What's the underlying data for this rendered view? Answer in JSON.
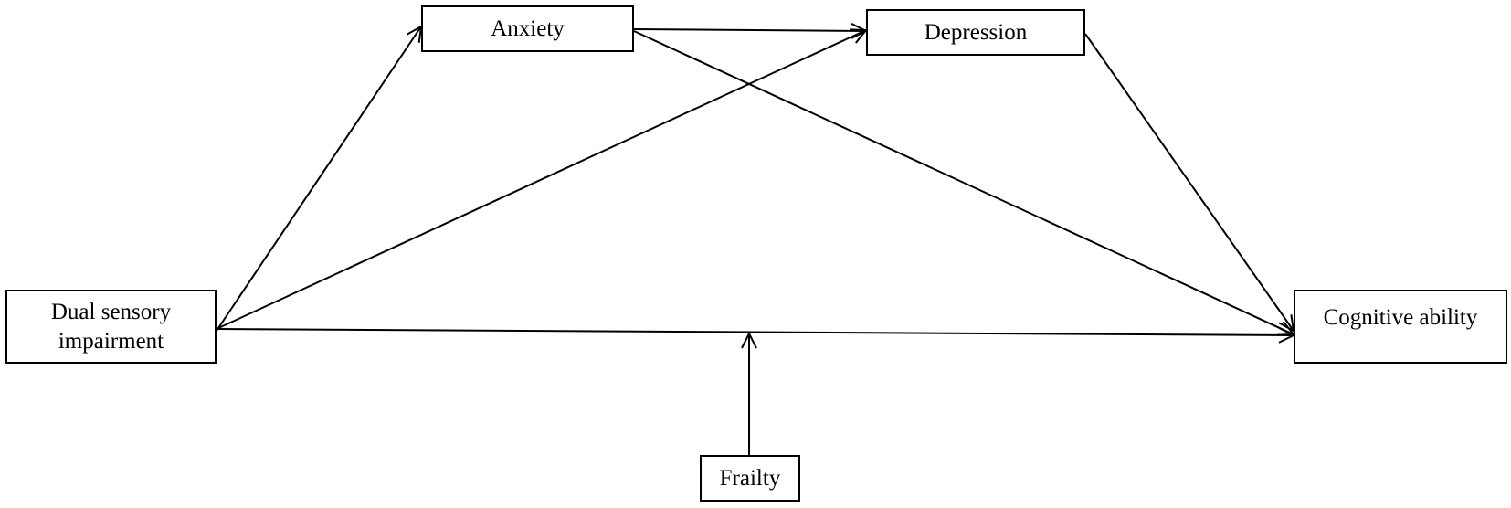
{
  "diagram": {
    "nodes": {
      "anxiety": "Anxiety",
      "depression": "Depression",
      "dual_sensory": [
        "Dual sensory",
        "impairment"
      ],
      "cognitive": "Cognitive ability",
      "frailty": "Frailty"
    },
    "edges": [
      {
        "from": "dual_sensory",
        "to": "anxiety"
      },
      {
        "from": "dual_sensory",
        "to": "depression"
      },
      {
        "from": "dual_sensory",
        "to": "cognitive"
      },
      {
        "from": "anxiety",
        "to": "depression"
      },
      {
        "from": "anxiety",
        "to": "cognitive"
      },
      {
        "from": "depression",
        "to": "cognitive"
      },
      {
        "from": "frailty",
        "to": "dual_sensory->cognitive",
        "type": "moderation"
      }
    ],
    "colors": {
      "stroke": "#000000",
      "background": "#ffffff"
    }
  }
}
